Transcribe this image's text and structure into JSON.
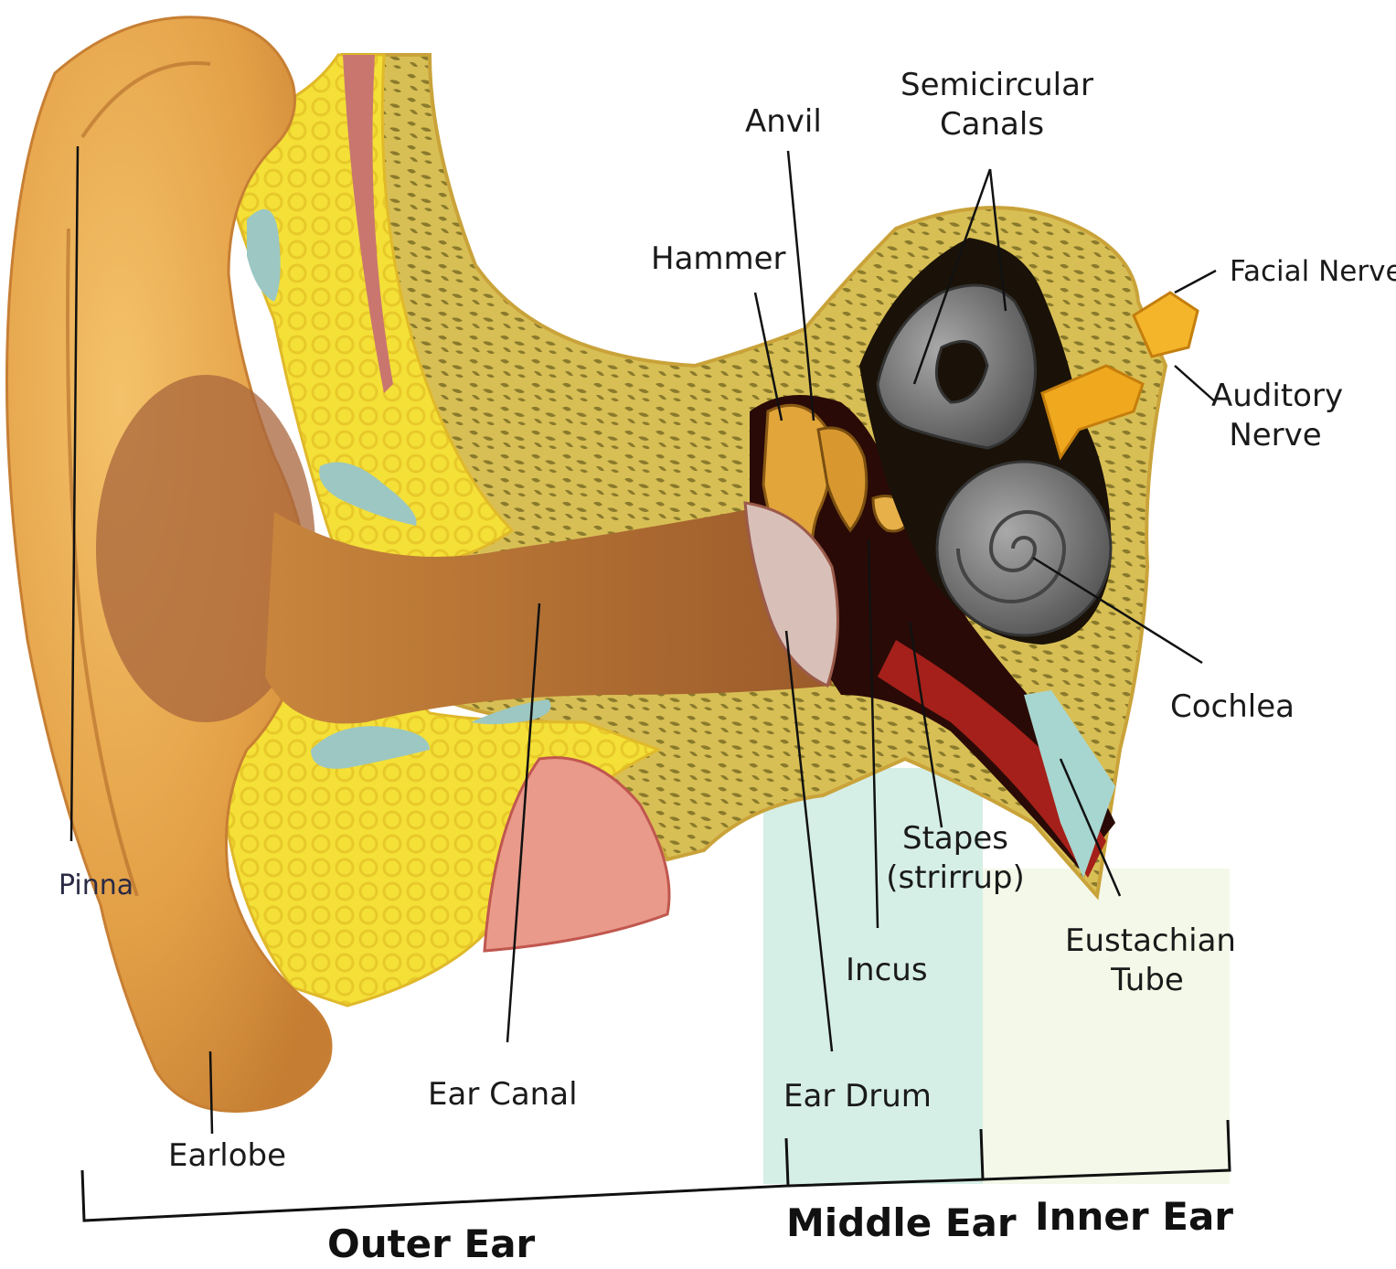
{
  "labels": {
    "anvil": "Anvil",
    "semicircular_canals": [
      "Semicircular",
      "Canals"
    ],
    "hammer": "Hammer",
    "facial_nerve": "Facial Nerve",
    "auditory_nerve": [
      "Auditory",
      "Nerve"
    ],
    "cochlea": "Cochlea",
    "stapes": [
      "Stapes",
      "(strirrup)"
    ],
    "incus": "Incus",
    "eustachian_tube": [
      "Eustachian",
      "Tube"
    ],
    "pinna": "Pinna",
    "ear_canal": "Ear Canal",
    "ear_drum": "Ear Drum",
    "earlobe": "Earlobe"
  },
  "sections": {
    "outer": "Outer Ear",
    "middle": "Middle Ear",
    "inner": "Inner Ear"
  },
  "colors": {
    "skin": "#e9a53f",
    "skin_dark": "#a8663c",
    "cartilage": "#f6e23c",
    "bone": "#d7b94c",
    "bone_pores": "#8a7a2c",
    "cochlea_gray": "#7a7a7a",
    "nerve": "#f0a81e",
    "middle_zone": "#d8efe6",
    "inner_zone": "#f2f7e6"
  }
}
